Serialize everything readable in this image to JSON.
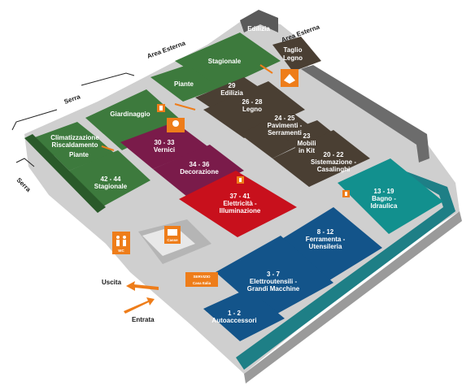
{
  "colors": {
    "green": "#3d7a3d",
    "green_dark": "#2a5a2a",
    "brown": "#4a3f33",
    "brown_dark": "#332a20",
    "plum": "#7a1b4a",
    "red": "#c8101c",
    "blue": "#13548a",
    "teal": "#12908e",
    "floor": "#c9c9c9",
    "wall": "#6e6e6e",
    "orange": "#ee7d1a"
  },
  "labels": {
    "area_esterna_1": "Area Esterna",
    "area_esterna_2": "Area Esterna",
    "serra_1": "Serra",
    "serra_2": "Serra",
    "uscita": "Uscita",
    "entrata": "Entrata",
    "edilizia_top": "Edilizia",
    "taglio_legno": [
      "Taglio",
      "Legno"
    ],
    "servizio": "SERVIZIO",
    "servizio_sub": "Casa Italia",
    "wc": "WC",
    "casse": "Casse"
  },
  "zones": [
    {
      "id": "stagionale-top",
      "lines": [
        "Stagionale"
      ]
    },
    {
      "id": "piante-top",
      "lines": [
        "Piante"
      ]
    },
    {
      "id": "giardinaggio",
      "lines": [
        "Giardinaggio"
      ]
    },
    {
      "id": "climatizzazione",
      "lines": [
        "Climatizzazione",
        "Riscaldamento"
      ]
    },
    {
      "id": "piante-left",
      "lines": [
        "Piante"
      ]
    },
    {
      "id": "stagionale-left",
      "lines": [
        "42 - 44",
        "Stagionale"
      ]
    },
    {
      "id": "edilizia",
      "lines": [
        "29",
        "Edilizia"
      ]
    },
    {
      "id": "legno",
      "lines": [
        "26 - 28",
        "Legno"
      ]
    },
    {
      "id": "pavimenti",
      "lines": [
        "24 - 25",
        "Pavimenti -",
        "Serramenti"
      ]
    },
    {
      "id": "mobili",
      "lines": [
        "23",
        "Mobili",
        "in Kit"
      ]
    },
    {
      "id": "casalinghi",
      "lines": [
        "20 - 22",
        "Sistemazione -",
        "Casalinghi"
      ]
    },
    {
      "id": "vernici",
      "lines": [
        "30 - 33",
        "Vernici"
      ]
    },
    {
      "id": "decorazione",
      "lines": [
        "34 - 36",
        "Decorazione"
      ]
    },
    {
      "id": "elettricita",
      "lines": [
        "37 - 41",
        "Elettricità -",
        "Illuminazione"
      ]
    },
    {
      "id": "bagno",
      "lines": [
        "13 - 19",
        "Bagno -",
        "Idraulica"
      ]
    },
    {
      "id": "ferramenta",
      "lines": [
        "8 - 12",
        "Ferramenta -",
        "Utensileria"
      ]
    },
    {
      "id": "elettroutensili",
      "lines": [
        "3 - 7",
        "Elettroutensili -",
        "Grandi Macchine"
      ]
    },
    {
      "id": "autoaccessori",
      "lines": [
        "1 - 2",
        "Autoaccessori"
      ]
    }
  ]
}
